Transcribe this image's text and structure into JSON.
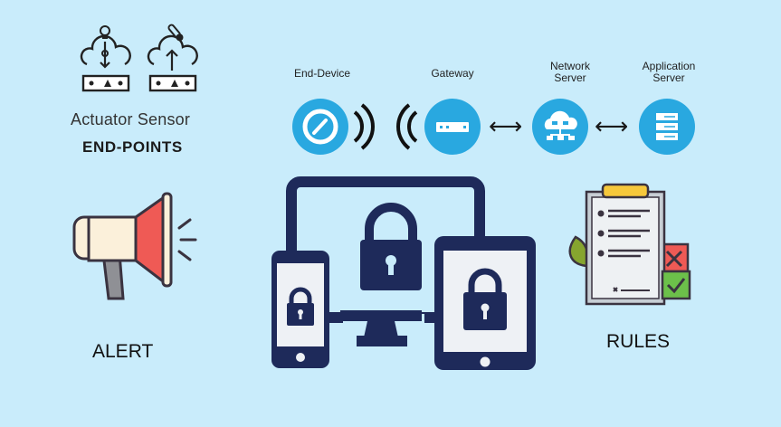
{
  "endpoints": {
    "device_labels": "Actuator Sensor",
    "title": "END-POINTS"
  },
  "lorawan": {
    "end_device": "End-Device",
    "gateway": "Gateway",
    "network_server": "Network\nServer",
    "application_server": "Application\nServer",
    "arrow_1": "⟷",
    "arrow_2": "⟷"
  },
  "alert": {
    "label": "ALERT"
  },
  "rules": {
    "label": "RULES"
  },
  "colors": {
    "background": "#c9ecfb",
    "node_blue": "#29a8e0",
    "device_navy": "#1e2a5a",
    "megaphone_red": "#ef5a55"
  }
}
